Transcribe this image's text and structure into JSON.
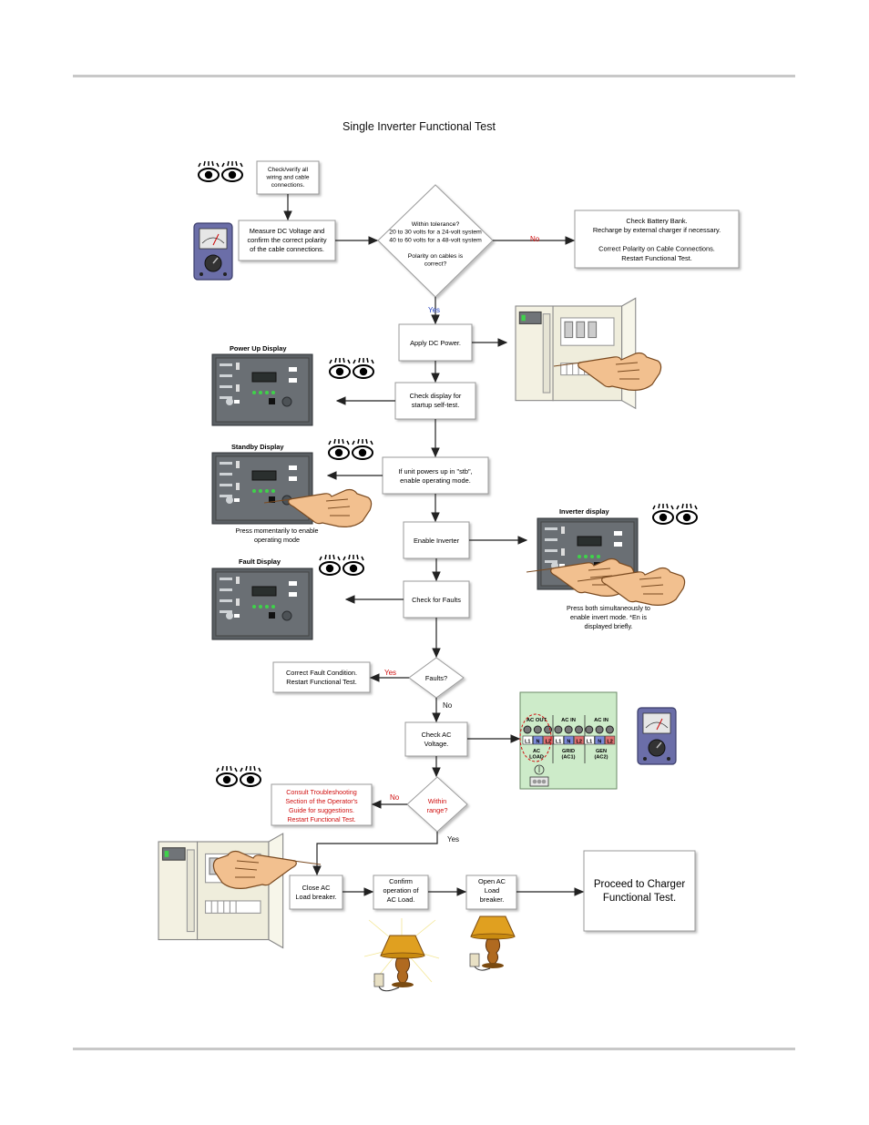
{
  "title": "Single Inverter Functional Test",
  "boxes": {
    "check_wiring": [
      "Check/verify all",
      "wiring and cable",
      "connections."
    ],
    "measure_dc": [
      "Measure DC Voltage and",
      "confirm the correct polarity",
      "of the cable connections."
    ],
    "check_battery": [
      "Check Battery Bank.",
      "Recharge by external charger if necessary.",
      "",
      "Correct Polarity on Cable Connections.",
      "Restart Functional Test."
    ],
    "apply_dc": [
      "Apply DC Power."
    ],
    "check_display": [
      "Check display for",
      "startup self-test."
    ],
    "if_stb": [
      "If unit powers up in \"stb\",",
      "enable operating mode."
    ],
    "enable_inverter": [
      "Enable Inverter"
    ],
    "check_faults": [
      "Check for Faults"
    ],
    "correct_fault": [
      "Correct Fault Condition.",
      "Restart Functional Test."
    ],
    "check_ac": [
      "Check AC",
      "Voltage."
    ],
    "consult": [
      "Consult Troubleshooting",
      "Section of the Operator's",
      "Guide for suggestions.",
      "Restart Functional Test."
    ],
    "close_ac": [
      "Close AC",
      "Load breaker."
    ],
    "confirm_op": [
      "Confirm",
      "operation of",
      "AC Load."
    ],
    "open_ac": [
      "Open AC",
      "Load",
      "breaker."
    ],
    "proceed": [
      "Proceed to Charger",
      "Functional Test."
    ]
  },
  "decisions": {
    "tolerance": [
      "Within tolerance?",
      "20 to 30 volts for a 24-volt system",
      "40 to 60 volts for a 48-volt system",
      "",
      "Polarity on cables is",
      "correct?"
    ],
    "faults": [
      "Faults?"
    ],
    "range": [
      "Within",
      "range?"
    ]
  },
  "edge_labels": {
    "tol_no": "No",
    "tol_yes": "Yes",
    "faults_yes": "Yes",
    "faults_no": "No",
    "range_no": "No",
    "range_yes": "Yes"
  },
  "display_labels": {
    "power_up": "Power Up Display",
    "standby": "Standby Display",
    "fault": "Fault Display",
    "inverter": "Inverter display"
  },
  "captions": {
    "standby": [
      "Press momentarily to enable",
      "operating mode"
    ],
    "inverter": [
      "Press both simultaneously to",
      "enable invert mode.  *En is",
      "displayed briefly."
    ]
  },
  "terminal_block": {
    "headers": [
      "AC OUT",
      "AC IN",
      "AC IN"
    ],
    "terminals": [
      "L1",
      "N",
      "L2",
      "L1",
      "N",
      "L2",
      "L1",
      "N",
      "L2"
    ],
    "groups": [
      [
        "AC",
        "LOAD"
      ],
      [
        "GRID",
        "(AC1)"
      ],
      [
        "GEN",
        "(AC2)"
      ]
    ]
  },
  "colors": {
    "yes_blue": "#1f3fbf",
    "red": "#d01010",
    "panel": "#5a5f63",
    "led_green": "#3fd24a",
    "terminal_bg": "#cdebc9",
    "meter": "#6b6ea8",
    "lamp_shade": "#e0a020"
  },
  "icons": [
    "eyes-icon",
    "multimeter-icon",
    "pointing-hand-icon",
    "lamp-icon",
    "breaker-cabinet-icon"
  ]
}
